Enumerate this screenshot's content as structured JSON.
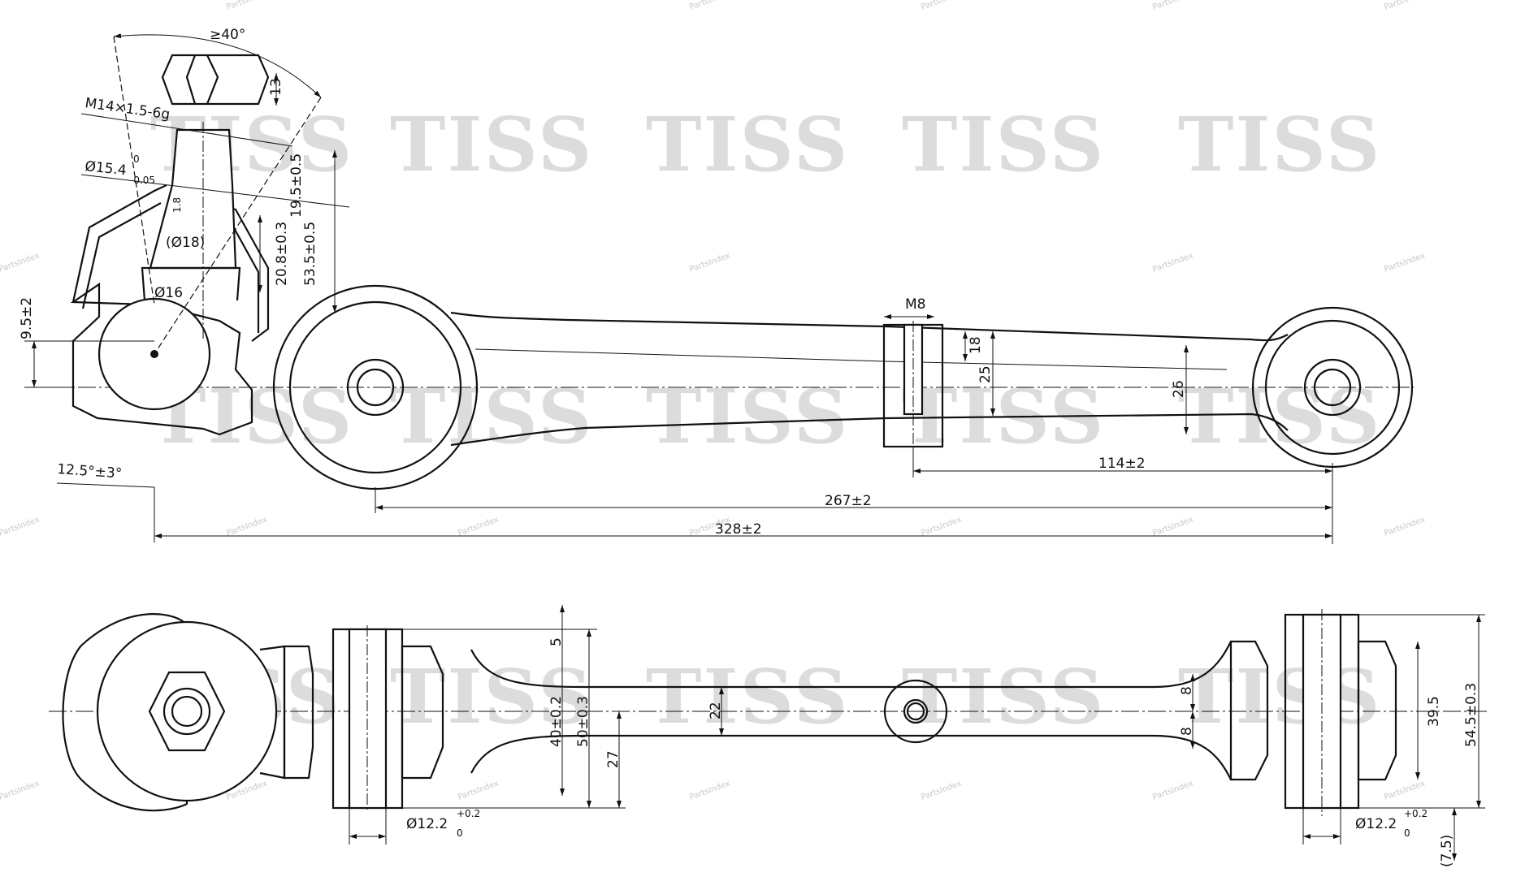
{
  "watermark": {
    "brand": "TISS",
    "site": "PartsIndex"
  },
  "top_view": {
    "angle": "≥40°",
    "nut_height": "13",
    "thread": "M14×1.5-6g",
    "taper_dia": "Ø15.4",
    "taper_tol_upper": "0",
    "taper_tol_lower": "-0.05",
    "dim_19_5": "19.5±0.5",
    "dim_1_8": "1.8",
    "dim_phi18": "(Ø18)",
    "dim_20_8": "20.8±0.3",
    "dim_53_5": "53.5±0.5",
    "dim_phi16": "Ø16",
    "dim_9_5": "9.5±2",
    "tilt": "12.5°±3°",
    "m8": "M8",
    "dim_18": "18",
    "dim_25": "25",
    "dim_26": "26",
    "dim_114": "114±2",
    "dim_267": "267±2",
    "dim_328": "328±2"
  },
  "bottom_view": {
    "dim_5": "5",
    "dim_40": "40±0.2",
    "dim_50": "50±0.3",
    "dim_27": "27",
    "dim_22": "22",
    "dim_8a": "8",
    "dim_8b": "8",
    "bore_left": "Ø12.2",
    "bore_left_tol_upper": "+0.2",
    "bore_left_tol_lower": "0",
    "bore_right": "Ø12.2",
    "bore_right_tol_upper": "+0.2",
    "bore_right_tol_lower": "0",
    "dim_39_5": "39.5",
    "dim_54_5": "54.5±0.3",
    "dim_7_5": "(7.5)"
  }
}
